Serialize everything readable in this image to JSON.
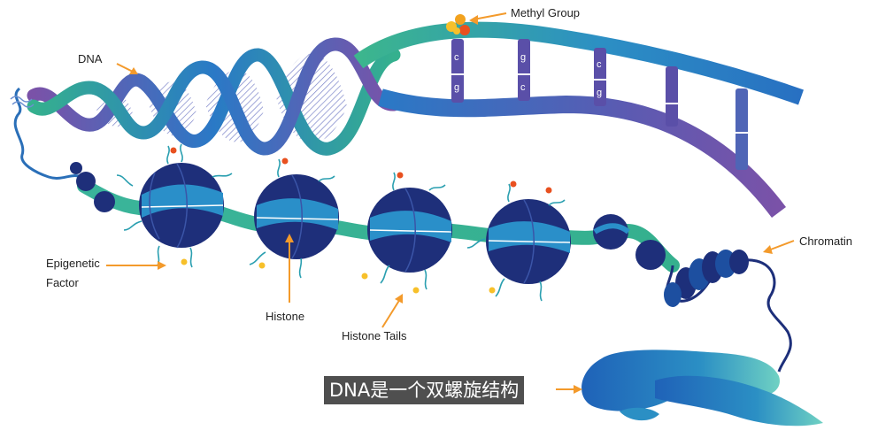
{
  "labels": {
    "dna": "DNA",
    "methyl_group": "Methyl Group",
    "epigenetic_factor_line1": "Epigenetic",
    "epigenetic_factor_line2": "Factor",
    "histone": "Histone",
    "histone_tails": "Histone Tails",
    "chromatin": "Chromatin"
  },
  "base_pairs": [
    {
      "top": "c",
      "bottom": "g"
    },
    {
      "top": "g",
      "bottom": "c"
    },
    {
      "top": "c",
      "bottom": "g"
    },
    {
      "top": "",
      "bottom": ""
    },
    {
      "top": "",
      "bottom": ""
    }
  ],
  "subtitle": "DNA是一个双螺旋结构",
  "colors": {
    "arrow": "#f39a2b",
    "strand_green": "#35b08e",
    "strand_blue": "#2a79c6",
    "strand_purple": "#7a52a8",
    "histone_navy": "#1e2f7a",
    "histone_band": "#2a8fc9",
    "label_text": "#222222",
    "methyl": "#f2a21e"
  }
}
